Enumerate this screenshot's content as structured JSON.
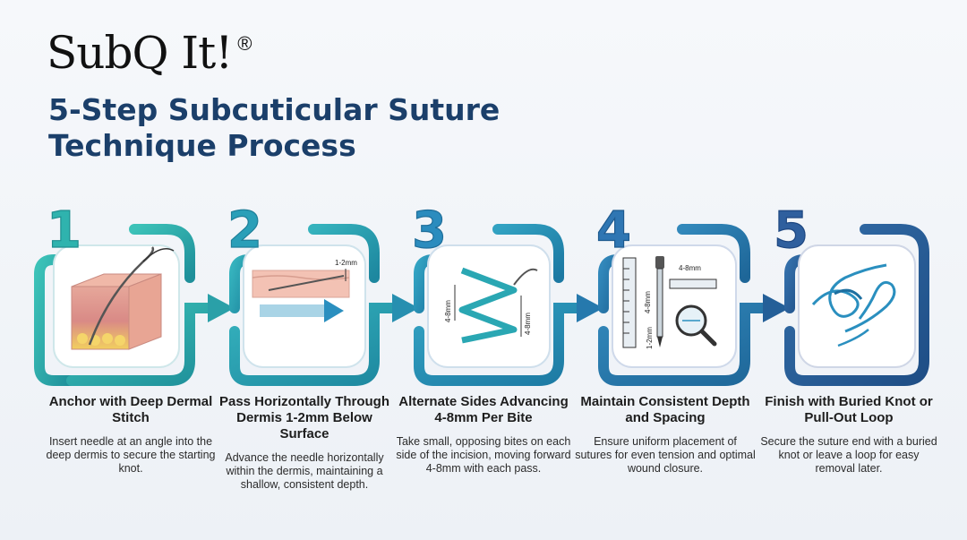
{
  "brand": {
    "name": "SubQ It!",
    "registered": "®"
  },
  "title": {
    "line1": "5-Step Subcuticular Suture",
    "line2": "Technique Process"
  },
  "colors": [
    "#2fb3ae",
    "#2a9fb8",
    "#2b8cbe",
    "#2f76b3",
    "#2f5f9e"
  ],
  "steps": [
    {
      "number": "1",
      "icon": "skin-layers-needle-icon",
      "title": "Anchor with Deep Dermal Stitch",
      "desc": "Insert needle at an angle into the deep dermis to secure the starting knot."
    },
    {
      "number": "2",
      "icon": "horizontal-pass-icon",
      "title": "Pass Horizontally Through Dermis 1-2mm Below Surface",
      "desc": "Advance the needle horizontally within the dermis, maintaining a shallow, consistent depth.",
      "depth_label": "1-2mm"
    },
    {
      "number": "3",
      "icon": "zigzag-suture-icon",
      "title": "Alternate Sides Advancing 4-8mm Per Bite",
      "desc": "Take small, opposing bites on each side of the incision, moving forward 4-8mm with each pass.",
      "bite_label_left": "4-8mm",
      "bite_label_right": "4-8mm"
    },
    {
      "number": "4",
      "icon": "ruler-magnifier-icon",
      "title": "Maintain Consistent Depth and Spacing",
      "desc": "Ensure uniform placement of sutures for even tension and optimal wound closure.",
      "spacing_label": "4-8mm",
      "length_label": "4-8mm",
      "depth_label": "1-2mm"
    },
    {
      "number": "5",
      "icon": "buried-knot-icon",
      "title": "Finish with Buried Knot or Pull-Out Loop",
      "desc": "Secure the suture end with a buried knot or leave a loop for easy removal later."
    }
  ]
}
